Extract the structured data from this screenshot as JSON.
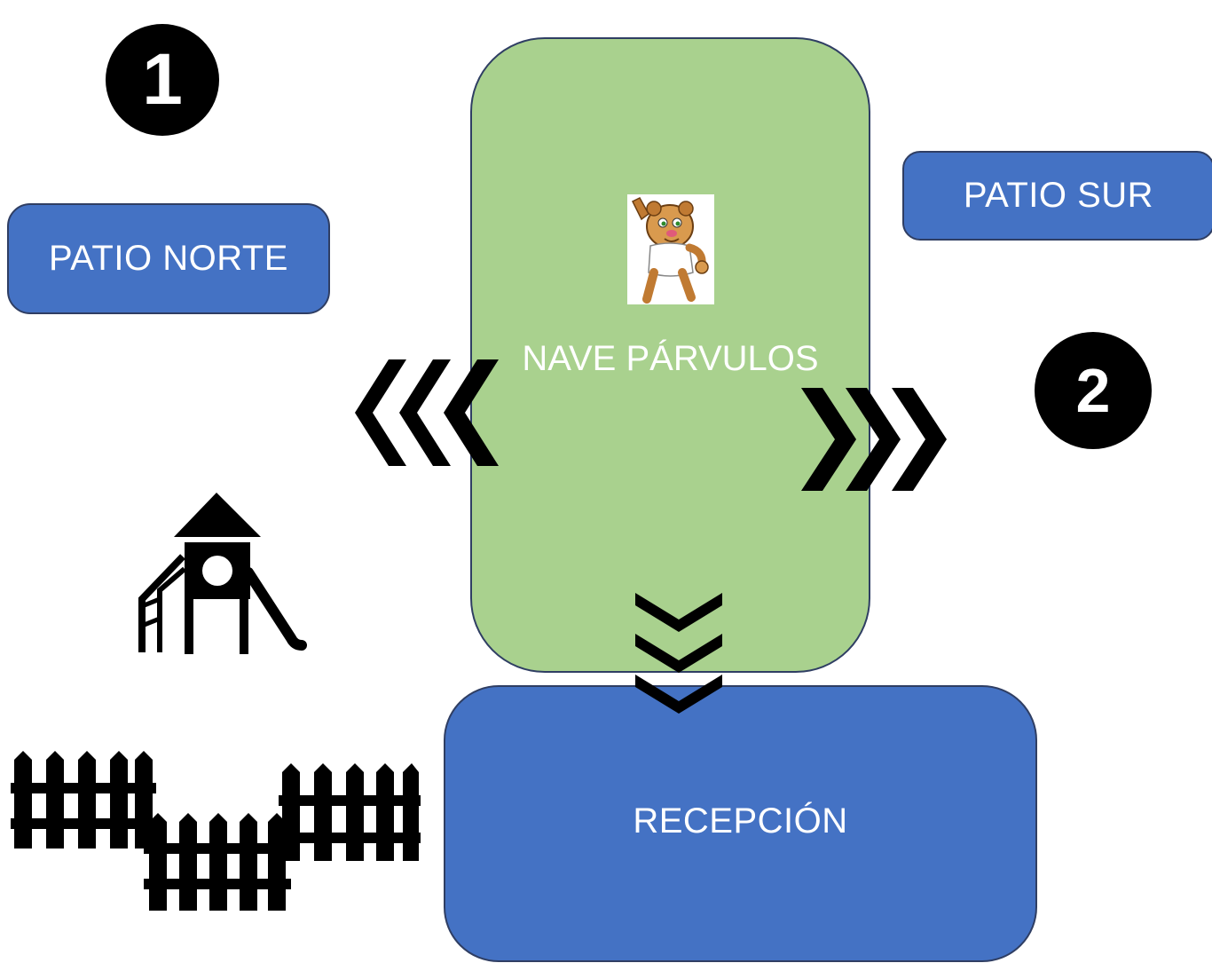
{
  "areas": {
    "patio_norte": "PATIO NORTE",
    "patio_sur": "PATIO SUR",
    "nave_parvulos": "NAVE PÁRVULOS",
    "recepcion": "RECEPCIÓN"
  },
  "badges": [
    "1",
    "2"
  ],
  "icons": {
    "mascot": "lion-mascot-icon",
    "arrow_left": "triple-chevron-left-icon",
    "arrow_right": "triple-chevron-right-icon",
    "arrow_down": "triple-chevron-down-icon",
    "playground": "playground-slide-icon",
    "fence": "fence-icon"
  },
  "colors": {
    "blue_box": "#4472c4",
    "green_box": "#a9d18e",
    "badge": "#000000"
  }
}
